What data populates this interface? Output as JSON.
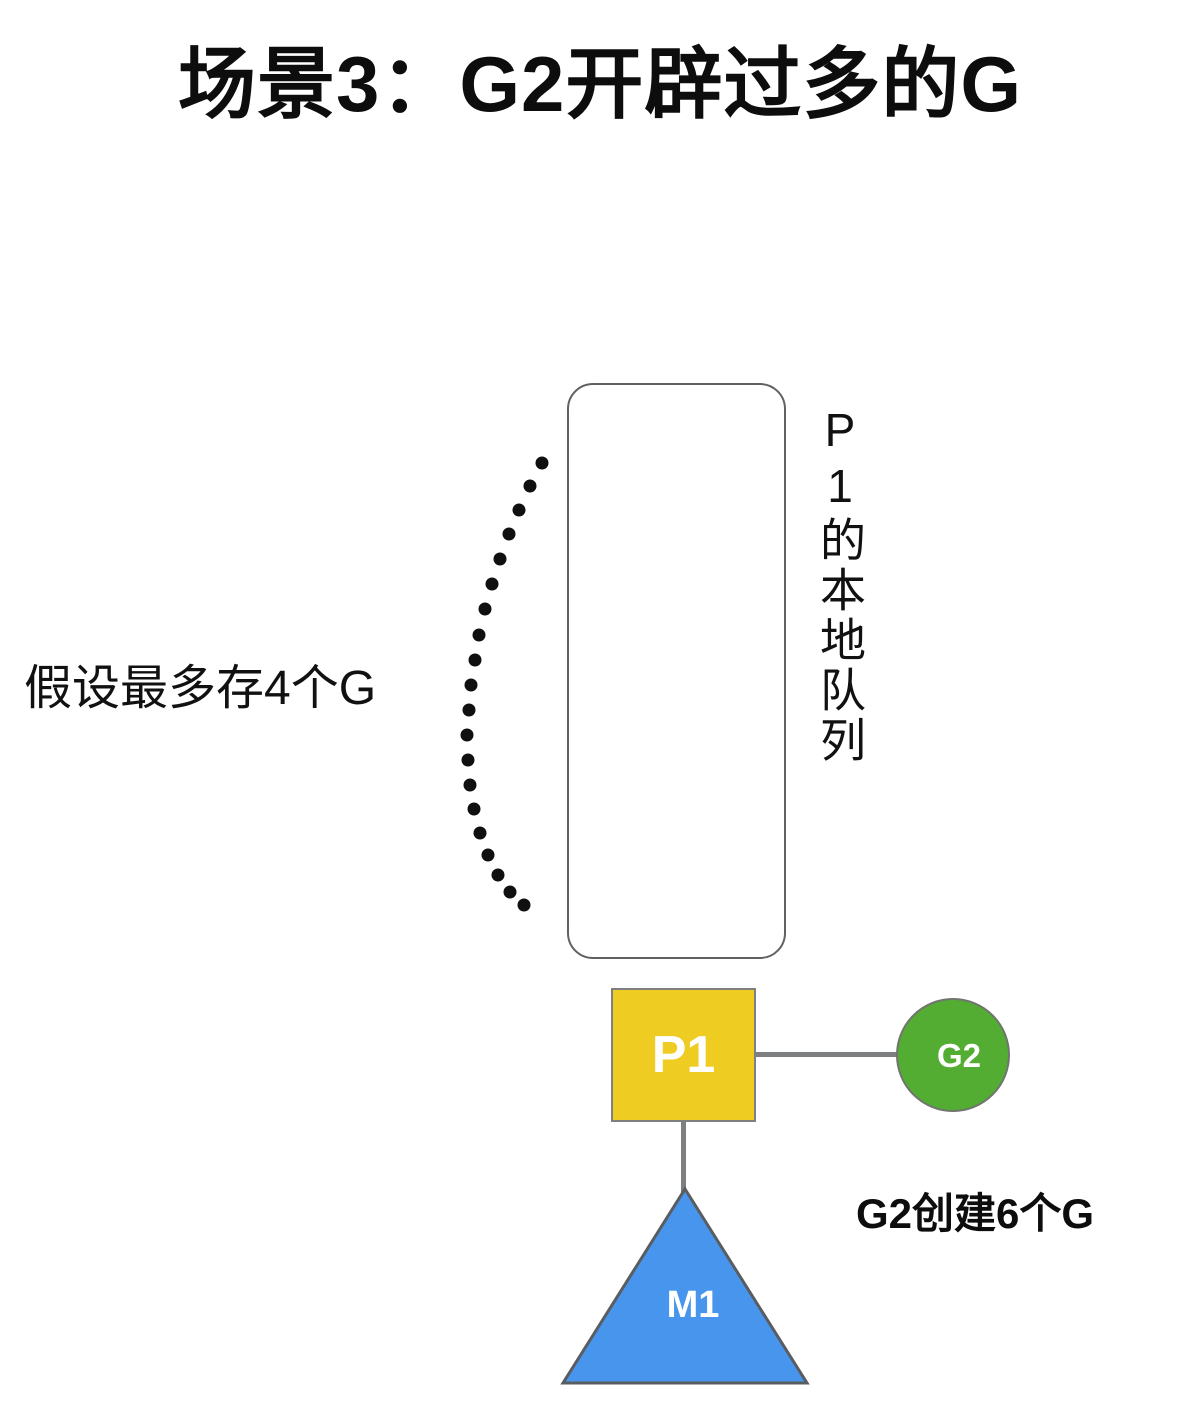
{
  "page": {
    "title": "场景3：G2开辟过多的G",
    "background_color": "#ffffff"
  },
  "annotations": {
    "left_note": "假设最多存4个G",
    "bottom_note": "G2创建6个G"
  },
  "queue": {
    "label": "P1的本地队列",
    "fill_color": "#ffffff",
    "border_color": "#5f6163"
  },
  "brace": {
    "name": "dotted-brace",
    "dot_color": "#101010"
  },
  "nodes": {
    "processor": {
      "label": "P1",
      "shape": "square",
      "fill_color": "#efcc22",
      "border_color": "#7d7f81",
      "text_color": "#ffffff"
    },
    "goroutine": {
      "label": "G2",
      "shape": "circle",
      "fill_color": "#53ad33",
      "border_color": "#70756e",
      "text_color": "#ffffff"
    },
    "machine": {
      "label": "M1",
      "shape": "triangle",
      "fill_color": "#4795ed",
      "border_color": "#5a5d60",
      "text_color": "#ffffff"
    }
  },
  "connectors": {
    "p1_to_g2": "line",
    "p1_to_m1": "line",
    "line_color": "#7d7f81"
  }
}
